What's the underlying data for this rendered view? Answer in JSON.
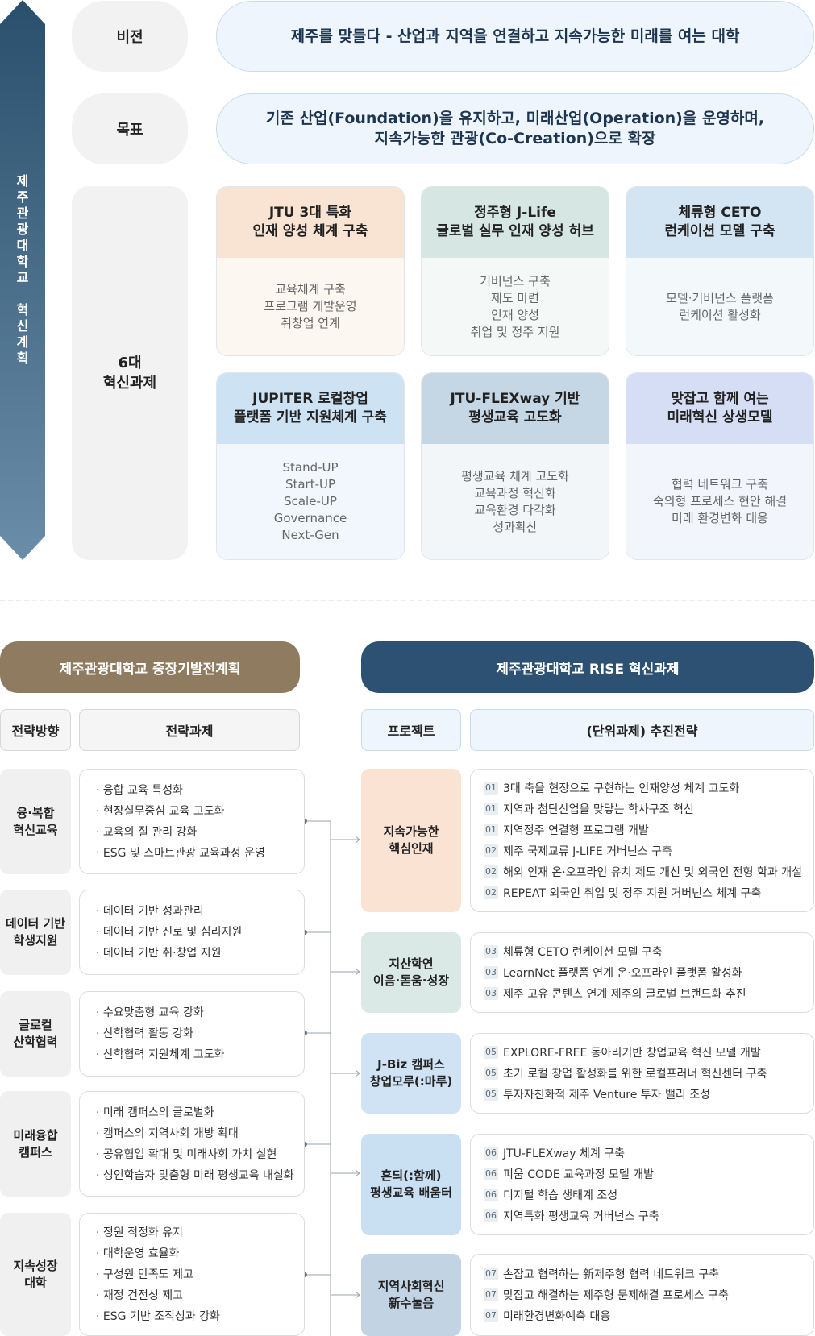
{
  "banner": {
    "text": "제주관광대학교 혁신계획"
  },
  "vision": {
    "label": "비전",
    "text": "제주를 맞들다 - 산업과 지역을 연결하고 지속가능한 미래를 여는 대학"
  },
  "goal": {
    "label": "목표",
    "text": "기존 산업(Foundation)을 유지하고, 미래산업(Operation)을 운영하며,\n지속가능한 관광(Co-Creation)으로 확장"
  },
  "tasks6": {
    "label": "6대\n혁신과제",
    "cards": [
      {
        "title": "JTU 3대 특화\n인재 양성 체계 구축",
        "body": "교육체계 구축\n프로그램 개발운영\n취창업 연계",
        "head_color": "#f9e3d3",
        "body_color": "#fdf7f2"
      },
      {
        "title": "정주형 J-Life\n글로벌 실무 인재 양성 허브",
        "body": "거버넌스 구축\n제도 마련\n인재 양성\n취업 및 정주 지원",
        "head_color": "#d6e6e3",
        "body_color": "#f4f8f7"
      },
      {
        "title": "체류형 CETO\n런케이션 모델 구축",
        "body": "모델·거버넌스 플랫폼\n런케이션 활성화",
        "head_color": "#d3e4f2",
        "body_color": "#f3f8fb"
      },
      {
        "title": "JUPITER 로컬창업\n플랫폼 기반 지원체계 구축",
        "body": "Stand-UP\nStart-UP\nScale-UP\nGovernance\nNext-Gen",
        "head_color": "#cde2f3",
        "body_color": "#f1f7fc"
      },
      {
        "title": "JTU-FLEXway 기반\n평생교육 고도화",
        "body": "평생교육 체계 고도화\n교육과정 혁신화\n교육환경 다각화\n성과확산",
        "head_color": "#c5d6e4",
        "body_color": "#f2f6f9"
      },
      {
        "title": "맞잡고 함께 여는\n미래혁신 상생모델",
        "body": "협력 네트워크 구축\n숙의형 프로세스 현안 해결\n미래 환경변화 대응",
        "head_color": "#d5def4",
        "body_color": "#f3f5fc"
      }
    ]
  },
  "left_section": {
    "title": "제주관광대학교 중장기발전계획",
    "color": "#8e7b60",
    "col1": "전략방향",
    "col2": "전략과제",
    "rows": [
      {
        "direction": "융·복합\n혁신교육",
        "tasks": [
          "융합 교육 특성화",
          "현장실무중심 교육 고도화",
          "교육의 질 관리 강화",
          "ESG 및 스마트관광 교육과정 운영"
        ]
      },
      {
        "direction": "데이터 기반\n학생지원",
        "tasks": [
          "데이터 기반 성과관리",
          "데이터 기반 진로 및 심리지원",
          "데이터 기반 취·창업 지원"
        ]
      },
      {
        "direction": "글로컬\n산학협력",
        "tasks": [
          "수요맞춤형 교육 강화",
          "산학협력 활동 강화",
          "산학협력 지원체계 고도화"
        ]
      },
      {
        "direction": "미래융합\n캠퍼스",
        "tasks": [
          "미래 캠퍼스의 글로벌화",
          "캠퍼스의 지역사회 개방 확대",
          "공유협업 확대 및 미래사회 가치 실현",
          "성인학습자 맞춤형 미래 평생교육 내실화"
        ]
      },
      {
        "direction": "지속성장\n대학",
        "tasks": [
          "정원 적정화 유지",
          "대학운영 효율화",
          "구성원 만족도 제고",
          "재정 건전성 제고",
          "ESG 기반 조직성과 강화"
        ]
      }
    ]
  },
  "right_section": {
    "title": "제주관광대학교 RISE 혁신과제",
    "color": "#2c5172",
    "col1": "프로젝트",
    "col2": "(단위과제) 추진전략",
    "rows": [
      {
        "project": "지속가능한\n핵심인재",
        "color": "#fbe3d4",
        "items": [
          {
            "num": "01",
            "text": "3대 축을 현장으로 구현하는 인재양성 체계 고도화"
          },
          {
            "num": "01",
            "text": "지역과 첨단산업을 맞닿는 학사구조 혁신"
          },
          {
            "num": "01",
            "text": "지역정주 연결형 프로그램 개발"
          },
          {
            "num": "02",
            "text": "제주 국제교류 J-LIFE 거버넌스 구축"
          },
          {
            "num": "02",
            "text": "해외 인재 온·오프라인 유치 제도 개선 및 외국인 전형 학과 개설"
          },
          {
            "num": "02",
            "text": "REPEAT 외국인 취업 및 정주 지원 거버넌스 체계 구축"
          }
        ]
      },
      {
        "project": "지산학연\n이음·돋움·성장",
        "color": "#dbe9e6",
        "items": [
          {
            "num": "03",
            "text": "체류형 CETO 런케이션 모델 구축"
          },
          {
            "num": "03",
            "text": "LearnNet 플랫폼 연계 온·오프라인 플랫폼 활성화"
          },
          {
            "num": "03",
            "text": "제주 고유 콘텐츠 연계 제주의 글로벌 브랜드화 추진"
          }
        ]
      },
      {
        "project": "J-Biz 캠퍼스\n창업모루(:마루)",
        "color": "#cfe3f4",
        "items": [
          {
            "num": "05",
            "text": "EXPLORE-FREE 동아리기반 창업교육 혁신 모델 개발"
          },
          {
            "num": "05",
            "text": "초기 로컬 창업 활성화를 위한 로컬프러너 혁신센터 구축"
          },
          {
            "num": "05",
            "text": "투자자친화적 제주 Venture 투자 밸리 조성"
          }
        ]
      },
      {
        "project": "혼듸(:함께)\n평생교육 배움터",
        "color": "#c9dff2",
        "items": [
          {
            "num": "06",
            "text": "JTU-FLEXway 체계 구축"
          },
          {
            "num": "06",
            "text": "피움 CODE 교육과정 모델 개발"
          },
          {
            "num": "06",
            "text": "디지털 학습 생태계 조성"
          },
          {
            "num": "06",
            "text": "지역특화 평생교육 거버넌스 구축"
          }
        ]
      },
      {
        "project": "지역사회혁신\n新수눌음",
        "color": "#c2d3e3",
        "items": [
          {
            "num": "07",
            "text": "손잡고 협력하는 新제주형 협력 네트워크 구축"
          },
          {
            "num": "07",
            "text": "맞잡고 해결하는 제주형 문제해결 프로세스 구축"
          },
          {
            "num": "07",
            "text": "미래환경변화예측 대응"
          }
        ]
      }
    ]
  }
}
